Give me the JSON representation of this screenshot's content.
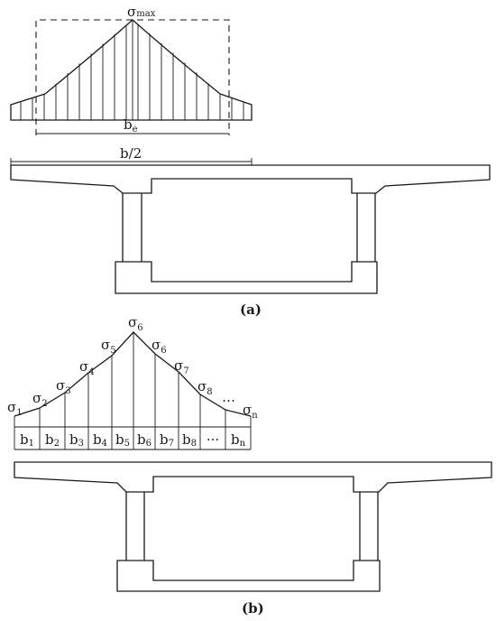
{
  "panel_a": {
    "stress_label": {
      "base": "σ",
      "sub": "max"
    },
    "effective_width_label": {
      "base": "b",
      "sub": "e"
    },
    "half_width_label": "b/2",
    "caption": "(a)"
  },
  "panel_b": {
    "stress_labels": [
      {
        "base": "σ",
        "sub": "1"
      },
      {
        "base": "σ",
        "sub": "2"
      },
      {
        "base": "σ",
        "sub": "3"
      },
      {
        "base": "σ",
        "sub": "4"
      },
      {
        "base": "σ",
        "sub": "5"
      },
      {
        "base": "σ",
        "sub": "6"
      },
      {
        "base": "σ",
        "sub": "6"
      },
      {
        "base": "σ",
        "sub": "7"
      },
      {
        "base": "σ",
        "sub": "8"
      },
      {
        "base": "σ",
        "sub": "n"
      }
    ],
    "ellipsis": "…",
    "strip_labels": [
      {
        "base": "b",
        "sub": "1"
      },
      {
        "base": "b",
        "sub": "2"
      },
      {
        "base": "b",
        "sub": "3"
      },
      {
        "base": "b",
        "sub": "4"
      },
      {
        "base": "b",
        "sub": "5"
      },
      {
        "base": "b",
        "sub": "6"
      },
      {
        "base": "b",
        "sub": "7"
      },
      {
        "base": "b",
        "sub": "8"
      },
      {
        "base": "",
        "sub": "",
        "dots": "···"
      },
      {
        "base": "b",
        "sub": "n"
      }
    ],
    "caption": "(b)"
  }
}
